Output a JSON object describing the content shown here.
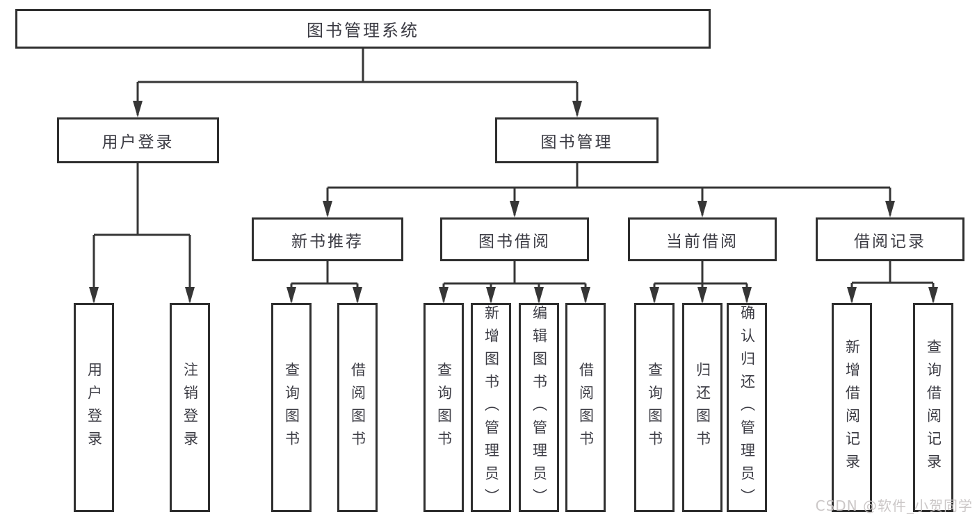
{
  "diagram": {
    "root": {
      "label": "图书管理系统"
    },
    "level2": [
      {
        "label": "用户登录"
      },
      {
        "label": "图书管理"
      }
    ],
    "level3": [
      {
        "label": "新书推荐"
      },
      {
        "label": "图书借阅"
      },
      {
        "label": "当前借阅"
      },
      {
        "label": "借阅记录"
      }
    ],
    "leaves": {
      "user": [
        "用户登录",
        "注销登录"
      ],
      "recommend": [
        "查询图书",
        "借阅图书"
      ],
      "borrow": [
        "查询图书",
        "新增图书（管理员）",
        "编辑图书（管理员）",
        "借阅图书"
      ],
      "current": [
        "查询图书",
        "归还图书",
        "确认归还（管理员）"
      ],
      "records": [
        "新增借阅记录",
        "查询借阅记录"
      ]
    }
  },
  "watermark": "CSDN @软件_小贺同学",
  "colors": {
    "line": "#363636",
    "box_border": "#2f2f2f",
    "text": "#3c3c44",
    "watermark": "#c7c3c3",
    "background": "#ffffff"
  }
}
